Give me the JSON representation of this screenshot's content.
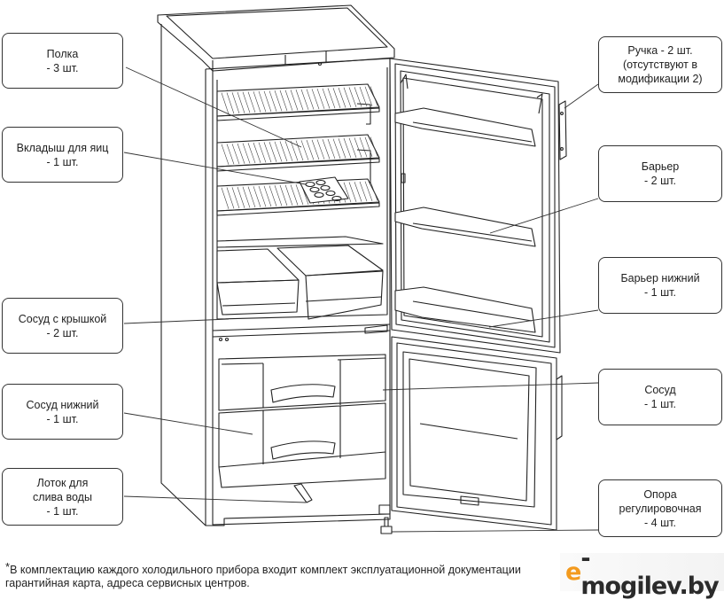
{
  "callouts": {
    "shelf": {
      "lines": [
        "Полка",
        "- 3 шт."
      ]
    },
    "egg_insert": {
      "lines": [
        "Вкладыш для яиц",
        "- 1 шт."
      ]
    },
    "lidded_container": {
      "lines": [
        "Сосуд с крышкой",
        "- 2 шт."
      ]
    },
    "lower_container": {
      "lines": [
        "Сосуд  нижний",
        "- 1 шт."
      ]
    },
    "drain_tray": {
      "lines": [
        "Лоток для",
        "слива воды",
        "- 1 шт."
      ]
    },
    "handle": {
      "lines": [
        "Ручка - 2 шт.",
        "(отсутствуют в",
        "модификации 2)"
      ]
    },
    "barrier": {
      "lines": [
        "Барьер",
        "- 2 шт."
      ]
    },
    "lower_barrier": {
      "lines": [
        "Барьер нижний",
        "- 1 шт."
      ]
    },
    "container": {
      "lines": [
        "Сосуд",
        "- 1 шт."
      ]
    },
    "adjustable_foot": {
      "lines": [
        "Опора",
        "регулировочная",
        "- 4 шт."
      ]
    }
  },
  "footnote": {
    "star": "*",
    "line1": "В комплектацию каждого холодильного прибора входит комплект эксплуатационной документации",
    "line2": "гарантийная карта, адреса сервисных центров."
  },
  "logo": {
    "e": "e",
    "rest": "-mogilev.by"
  },
  "colors": {
    "logo_accent": "#f39a1e",
    "logo_text": "#2b2b2b",
    "line": "#222222"
  }
}
